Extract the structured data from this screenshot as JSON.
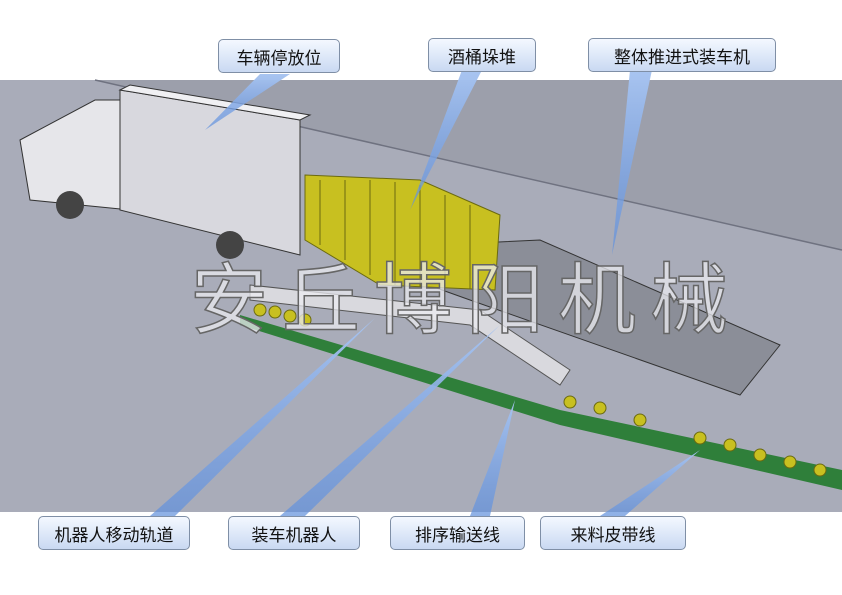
{
  "callouts": {
    "vehicle_parking": "车辆停放位",
    "barrel_stack": "酒桶垛堆",
    "loader": "整体推进式装车机",
    "robot_track": "机器人移动轨道",
    "loading_robot": "装车机器人",
    "sorting_conveyor": "排序输送线",
    "incoming_belt": "来料皮带线"
  },
  "watermark": "安丘博阳机械",
  "colors": {
    "floor": "#a9acb9",
    "callout_fill": "#c9d9f2",
    "pointer": "#8fb0e6",
    "barrel": "#c8c020",
    "belt": "#2f7f3a"
  }
}
